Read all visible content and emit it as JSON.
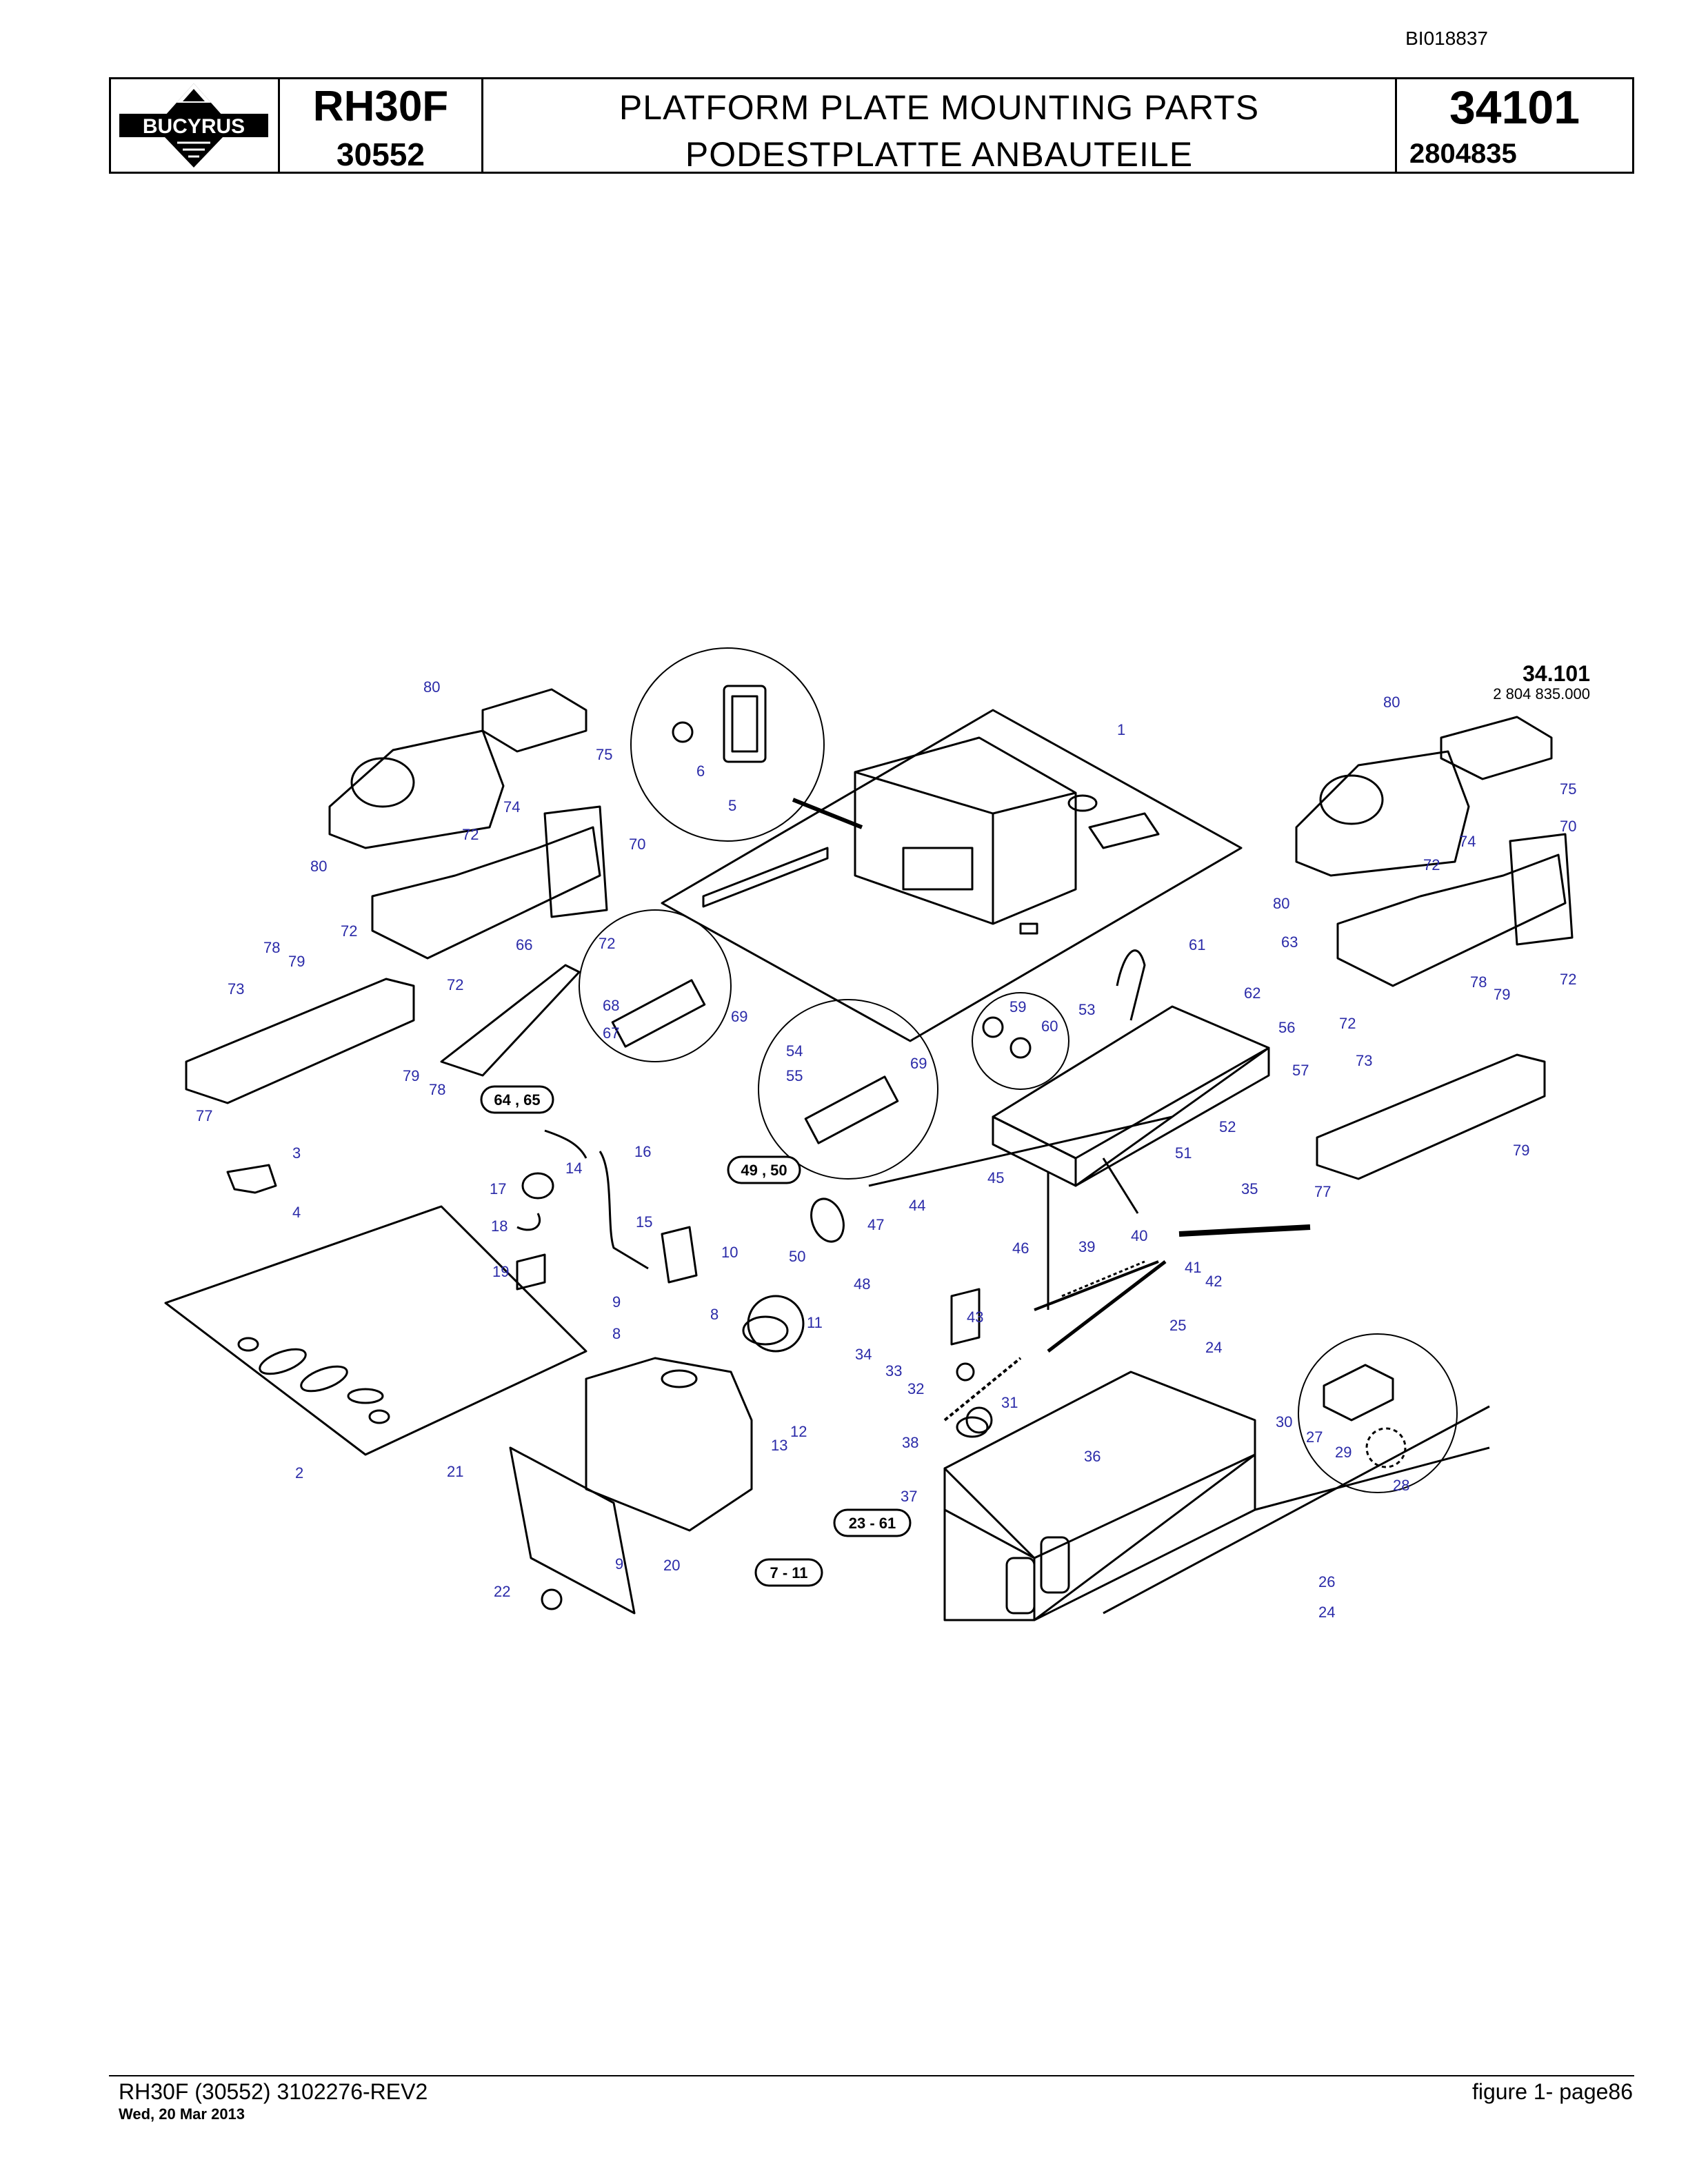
{
  "document_id": "BI018837",
  "header": {
    "brand": "BUCYRUS",
    "model": "RH30F",
    "serial": "30552",
    "title_en": "PLATFORM PLATE MOUNTING PARTS",
    "title_de": "PODESTPLATTE ANBAUTEILE",
    "group_number": "34101",
    "part_number": "2804835"
  },
  "figure": {
    "number": "34.101",
    "code": "2 804 835.000",
    "callouts": [
      "1",
      "2",
      "3",
      "4",
      "5",
      "6",
      "8",
      "8",
      "9",
      "9",
      "10",
      "11",
      "12",
      "13",
      "14",
      "15",
      "16",
      "17",
      "18",
      "19",
      "20",
      "21",
      "22",
      "24",
      "24",
      "25",
      "26",
      "27",
      "28",
      "29",
      "30",
      "31",
      "32",
      "33",
      "34",
      "35",
      "36",
      "37",
      "38",
      "39",
      "40",
      "41",
      "42",
      "43",
      "44",
      "45",
      "46",
      "47",
      "48",
      "50",
      "51",
      "52",
      "53",
      "54",
      "55",
      "56",
      "57",
      "59",
      "60",
      "61",
      "62",
      "63",
      "66",
      "67",
      "68",
      "69",
      "69",
      "70",
      "70",
      "72",
      "72",
      "72",
      "72",
      "72",
      "72",
      "72",
      "73",
      "73",
      "74",
      "74",
      "75",
      "75",
      "77",
      "77",
      "78",
      "78",
      "78",
      "79",
      "79",
      "79",
      "79",
      "80",
      "80",
      "80",
      "80"
    ],
    "group_refs": [
      "64 , 65",
      "49 , 50",
      "23 - 61",
      "7 - 11"
    ]
  },
  "footer": {
    "left": "RH30F (30552) 3102276-REV2",
    "date": "Wed, 20 Mar 2013",
    "right": "figure  1- page86"
  }
}
